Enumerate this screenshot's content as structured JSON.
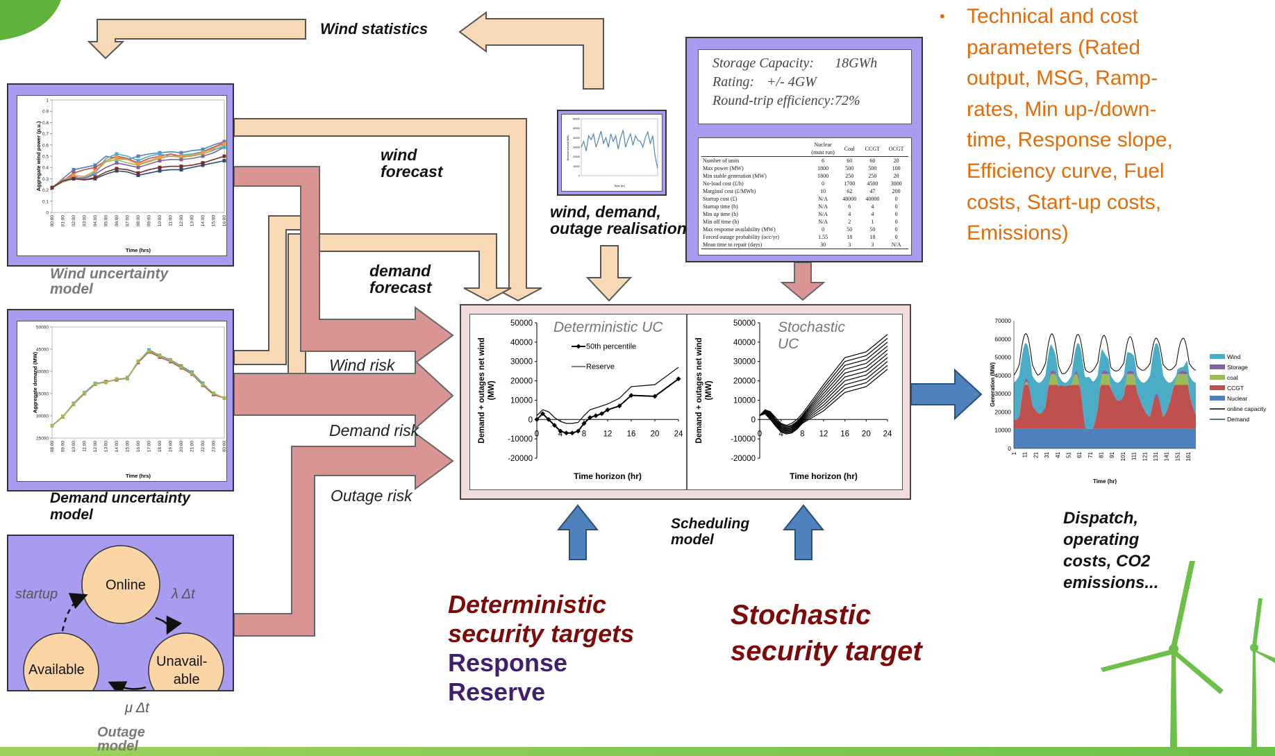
{
  "labels": {
    "wind_statistics": "Wind statistics",
    "wind_forecast_1": "wind",
    "wind_forecast_2": "forecast",
    "realisation_1": "wind, demand,",
    "realisation_2": "outage realisation",
    "demand_forecast_1": "demand",
    "demand_forecast_2": "forecast",
    "wind_risk": "Wind risk",
    "demand_risk": "Demand risk",
    "outage_risk": "Outage risk",
    "wind_model_1": "Wind uncertainty",
    "wind_model_2": "model",
    "demand_model_1": "Demand uncertainty",
    "demand_model_2": "model",
    "outage_model_1": "Outage",
    "outage_model_2": "model",
    "scheduling_1": "Scheduling",
    "scheduling_2": "model",
    "dispatch_1": "Dispatch,",
    "dispatch_2": "operating",
    "dispatch_3": "costs, CO2",
    "dispatch_4": "emissions..."
  },
  "targets": {
    "det_1": "Deterministic",
    "det_2": "security targets",
    "det_3": "Response",
    "det_4": "Reserve",
    "sto_1": "Stochastic",
    "sto_2": "security target"
  },
  "bullet": {
    "lines": [
      "Technical and cost",
      "parameters (Rated",
      "output, MSG, Ramp-",
      "rates, Min up-/down-",
      "time, Response slope,",
      "Efficiency curve, Fuel",
      "costs, Start-up costs,",
      "Emissions)"
    ]
  },
  "storage": {
    "capacity_label": "Storage Capacity:",
    "capacity_value": "18GWh",
    "rating_label": "Rating:",
    "rating_value": "+/- 4GW",
    "efficiency": "Round-trip efficiency:72%"
  },
  "gen_table": {
    "headers": [
      "",
      "Nuclear (must run)",
      "Coal",
      "CCGT",
      "OCGT"
    ],
    "rows": [
      [
        "Number of units",
        "6",
        "60",
        "60",
        "20"
      ],
      [
        "Max power (MW)",
        "1800",
        "500",
        "500",
        "100"
      ],
      [
        "Min stable generation (MW)",
        "1800",
        "250",
        "250",
        "20"
      ],
      [
        "No-load cost (£/h)",
        "0",
        "1700",
        "4500",
        "3000"
      ],
      [
        "Marginal cost (£/MWh)",
        "10",
        "62",
        "47",
        "200"
      ],
      [
        "Startup cost (£)",
        "N/A",
        "48000",
        "40000",
        "0"
      ],
      [
        "Startup time (h)",
        "N/A",
        "6",
        "4",
        "0"
      ],
      [
        "Min up time (h)",
        "N/A",
        "4",
        "4",
        "0"
      ],
      [
        "Min off time (h)",
        "N/A",
        "2",
        "1",
        "0"
      ],
      [
        "Max response availability (MW)",
        "0",
        "50",
        "50",
        "0"
      ],
      [
        "Forced outage probability (occ/yr)",
        "1.55",
        "18",
        "18",
        "0"
      ],
      [
        "Mean time to repair (days)",
        "30",
        "3",
        "3",
        "N/A"
      ]
    ]
  },
  "outage_states": {
    "online": "Online",
    "unavailable_1": "Unavail-",
    "unavailable_2": "able",
    "available": "Available",
    "startup": "startup",
    "lambda": "λ Δt",
    "mu": "μ Δt"
  },
  "colors": {
    "beige_arrow": "#f8d9b5",
    "red_arrow": "#d99593",
    "blue_arrow": "#4f81bd",
    "box_purple": "#a89cf0",
    "maroon_text": "#7b0a0a",
    "purple_text": "#3f1f6e",
    "bullet_orange": "#e36c09",
    "green": "#5fb33a"
  },
  "chart_data": [
    {
      "id": "wind",
      "type": "line",
      "xlabel": "Time (hrs)",
      "ylabel": "Aggregate wind power (p.u.)",
      "categories": [
        "00:00",
        "01:00",
        "02:00",
        "03:00",
        "04:00",
        "05:00",
        "06:00",
        "07:00",
        "08:00",
        "09:00",
        "10:00",
        "11:00",
        "12:00",
        "13:00",
        "14:00",
        "15:00",
        "16:00"
      ],
      "yticks": [
        "0",
        "0.1",
        "0.2",
        "0.3",
        "0.4",
        "0.5",
        "0.6",
        "0.7",
        "0.8",
        "0.9",
        "1"
      ],
      "ylim": [
        0,
        1
      ],
      "series": [
        {
          "color": "#4f81bd",
          "values": [
            0.22,
            0.3,
            0.38,
            0.4,
            0.42,
            0.5,
            0.48,
            0.47,
            0.5,
            0.52,
            0.53,
            0.54,
            0.53,
            0.55,
            0.56,
            0.6,
            0.63
          ]
        },
        {
          "color": "#c0504d",
          "values": [
            0.22,
            0.28,
            0.35,
            0.38,
            0.4,
            0.46,
            0.5,
            0.48,
            0.44,
            0.48,
            0.5,
            0.52,
            0.5,
            0.5,
            0.54,
            0.58,
            0.62
          ]
        },
        {
          "color": "#9bbb59",
          "values": [
            0.22,
            0.27,
            0.3,
            0.3,
            0.36,
            0.45,
            0.47,
            0.44,
            0.42,
            0.45,
            0.48,
            0.5,
            0.49,
            0.5,
            0.52,
            0.55,
            0.6
          ]
        },
        {
          "color": "#8064a2",
          "values": [
            0.22,
            0.29,
            0.32,
            0.3,
            0.34,
            0.4,
            0.44,
            0.42,
            0.4,
            0.43,
            0.46,
            0.47,
            0.47,
            0.48,
            0.5,
            0.53,
            0.58
          ]
        },
        {
          "color": "#4bacc6",
          "values": [
            0.22,
            0.28,
            0.31,
            0.31,
            0.35,
            0.48,
            0.52,
            0.5,
            0.46,
            0.5,
            0.52,
            0.5,
            0.51,
            0.52,
            0.54,
            0.56,
            0.58
          ]
        },
        {
          "color": "#f79646",
          "values": [
            0.22,
            0.29,
            0.33,
            0.32,
            0.37,
            0.46,
            0.49,
            0.47,
            0.43,
            0.46,
            0.49,
            0.5,
            0.5,
            0.51,
            0.53,
            0.57,
            0.61
          ]
        },
        {
          "color": "#2c4d75",
          "values": [
            0.22,
            0.28,
            0.3,
            0.29,
            0.3,
            0.34,
            0.37,
            0.36,
            0.33,
            0.35,
            0.37,
            0.38,
            0.38,
            0.4,
            0.42,
            0.44,
            0.46
          ]
        },
        {
          "color": "#772c2a",
          "values": [
            0.22,
            0.28,
            0.3,
            0.29,
            0.31,
            0.36,
            0.39,
            0.38,
            0.35,
            0.38,
            0.4,
            0.41,
            0.41,
            0.42,
            0.44,
            0.47,
            0.5
          ]
        }
      ]
    },
    {
      "id": "demand",
      "type": "line",
      "xlabel": "Time (hrs)",
      "ylabel": "Aggregate demand (MW)",
      "categories": [
        "08:00",
        "09:00",
        "10:00",
        "11:00",
        "12:00",
        "13:00",
        "14:00",
        "15:00",
        "16:00",
        "17:00",
        "18:00",
        "19:00",
        "20:00",
        "21:00",
        "22:00",
        "23:00",
        "00:00"
      ],
      "yticks": [
        "25000",
        "30000",
        "35000",
        "40000",
        "45000",
        "50000"
      ],
      "ylim": [
        25000,
        50000
      ],
      "series": [
        {
          "color": "#4f81bd",
          "values": [
            27800,
            29800,
            32800,
            35200,
            37300,
            37600,
            38200,
            38400,
            42200,
            44800,
            43600,
            42600,
            41200,
            39800,
            37300,
            34900,
            34000
          ]
        },
        {
          "color": "#c0504d",
          "values": [
            27800,
            29800,
            32600,
            35000,
            37100,
            37700,
            38100,
            38600,
            42000,
            44400,
            43200,
            42200,
            40800,
            39400,
            36900,
            34800,
            34000
          ]
        },
        {
          "color": "#9bbb59",
          "values": [
            27800,
            29900,
            32700,
            35100,
            37200,
            37500,
            38300,
            38500,
            42300,
            44600,
            43500,
            42500,
            41000,
            39600,
            37100,
            35100,
            34000
          ]
        }
      ]
    },
    {
      "id": "small_realisation",
      "type": "line",
      "xlabel": "Time (hr)",
      "ylabel": "Demand net wind (MW)",
      "yticks": [
        "0",
        "10000",
        "20000",
        "30000",
        "40000",
        "50000",
        "60000"
      ],
      "ylim": [
        0,
        60000
      ],
      "series": [
        {
          "color": "#4f81bd",
          "values": [
            30000,
            36000,
            26000,
            42000,
            38000,
            44000,
            30000,
            38000,
            47000,
            34000,
            40000,
            30000,
            44000,
            36000,
            42000,
            28000,
            40000,
            48000,
            30000,
            38000,
            44000,
            32000,
            42000,
            37000,
            36000,
            30000,
            40000,
            46000,
            34000,
            42000,
            20000,
            8000
          ]
        }
      ]
    },
    {
      "id": "deterministic_uc",
      "type": "line",
      "title": "Deterministic UC",
      "xlabel": "Time horizon (hr)",
      "ylabel": "Demand + outages net wind (MW)",
      "xticks": [
        0,
        4,
        8,
        12,
        16,
        20,
        24
      ],
      "yticks": [
        -20000,
        -10000,
        0,
        10000,
        20000,
        30000,
        40000,
        50000
      ],
      "xlim": [
        0,
        24
      ],
      "ylim": [
        -20000,
        50000
      ],
      "series": [
        {
          "name": "50th percentile",
          "color": "#000000",
          "marker": "diamond",
          "x": [
            0,
            1,
            2,
            3,
            4,
            5,
            6,
            7,
            8,
            9,
            10,
            11,
            12,
            14,
            16,
            20,
            24
          ],
          "y": [
            0,
            3000,
            0,
            -3000,
            -6000,
            -7000,
            -7000,
            -6000,
            -2000,
            1000,
            2000,
            3000,
            5000,
            7000,
            12500,
            12000,
            21000
          ]
        },
        {
          "name": "Reserve",
          "color": "#000000",
          "x": [
            0,
            1,
            2,
            3,
            4,
            5,
            6,
            7,
            8,
            9,
            10,
            11,
            12,
            14,
            16,
            20,
            24
          ],
          "y": [
            2000,
            5000,
            4000,
            1000,
            -1000,
            -2000,
            -2000,
            -1500,
            2000,
            5000,
            6000,
            7000,
            8000,
            11000,
            17000,
            18000,
            27000
          ]
        }
      ]
    },
    {
      "id": "stochastic_uc",
      "type": "line",
      "title": "Stochastic UC",
      "xlabel": "Time horizon (hr)",
      "ylabel": "Demand + outages net wind (MW)",
      "xticks": [
        0,
        4,
        8,
        12,
        16,
        20,
        24
      ],
      "yticks": [
        -20000,
        -10000,
        0,
        10000,
        20000,
        30000,
        40000,
        50000
      ],
      "xlim": [
        0,
        24
      ],
      "ylim": [
        -20000,
        50000
      ],
      "x": [
        0,
        1,
        2,
        3,
        4,
        5,
        6,
        7,
        8,
        12,
        16,
        20,
        24
      ],
      "series": [
        {
          "color": "#000000",
          "y": [
            2000,
            5000,
            4000,
            1000,
            -2000,
            -3000,
            -2000,
            0,
            3000,
            18000,
            32000,
            35000,
            44000
          ]
        },
        {
          "color": "#000000",
          "y": [
            2000,
            5000,
            4000,
            0,
            -2500,
            -3500,
            -3000,
            -1000,
            2000,
            16500,
            30000,
            33000,
            42000
          ]
        },
        {
          "color": "#000000",
          "y": [
            2000,
            4500,
            3500,
            0,
            -3000,
            -4000,
            -3500,
            -1500,
            1500,
            15000,
            28000,
            31000,
            40000
          ]
        },
        {
          "color": "#000000",
          "y": [
            2000,
            4500,
            3000,
            -500,
            -3500,
            -4500,
            -4000,
            -2000,
            1000,
            13500,
            26000,
            29000,
            38000
          ]
        },
        {
          "color": "#000000",
          "y": [
            2000,
            4000,
            2500,
            -1000,
            -4000,
            -5000,
            -4500,
            -2500,
            500,
            12000,
            24000,
            27000,
            36000
          ]
        },
        {
          "color": "#000000",
          "y": [
            2000,
            4000,
            2000,
            -1500,
            -4500,
            -5500,
            -5000,
            -3000,
            0,
            10500,
            22000,
            25000,
            34000
          ]
        },
        {
          "color": "#000000",
          "y": [
            2000,
            3500,
            1500,
            -2000,
            -5000,
            -6000,
            -5500,
            -3500,
            -500,
            9000,
            20000,
            23000,
            32000
          ]
        },
        {
          "color": "#000000",
          "y": [
            2000,
            3500,
            1000,
            -2500,
            -5500,
            -6500,
            -6000,
            -4000,
            -1000,
            7500,
            18000,
            21000,
            30000
          ]
        },
        {
          "color": "#000000",
          "y": [
            2000,
            3000,
            500,
            -3000,
            -6000,
            -7000,
            -6500,
            -4500,
            -1500,
            6000,
            16000,
            19000,
            28000
          ]
        },
        {
          "color": "#000000",
          "y": [
            2000,
            3000,
            0,
            -3500,
            -6500,
            -7500,
            -7000,
            -5000,
            -2000,
            4500,
            14000,
            17000,
            26000
          ]
        }
      ]
    },
    {
      "id": "dispatch",
      "type": "area",
      "xlabel": "Time (hr)",
      "ylabel": "Generation (MW)",
      "xticks": [
        "1",
        "11",
        "21",
        "31",
        "41",
        "51",
        "61",
        "71",
        "81",
        "91",
        "101",
        "111",
        "121",
        "131",
        "141",
        "151",
        "161"
      ],
      "yticks": [
        "0",
        "10000",
        "20000",
        "30000",
        "40000",
        "50000",
        "60000",
        "70000"
      ],
      "ylim": [
        0,
        70000
      ],
      "legend": [
        "Wind",
        "Storage",
        "coal",
        "CCGT",
        "Nuclear",
        "online capacity",
        "Demand"
      ],
      "legend_colors": [
        "#4bacc6",
        "#8064a2",
        "#9bbb59",
        "#c0504d",
        "#4f81bd",
        "#000000",
        "#1f497d"
      ]
    }
  ]
}
